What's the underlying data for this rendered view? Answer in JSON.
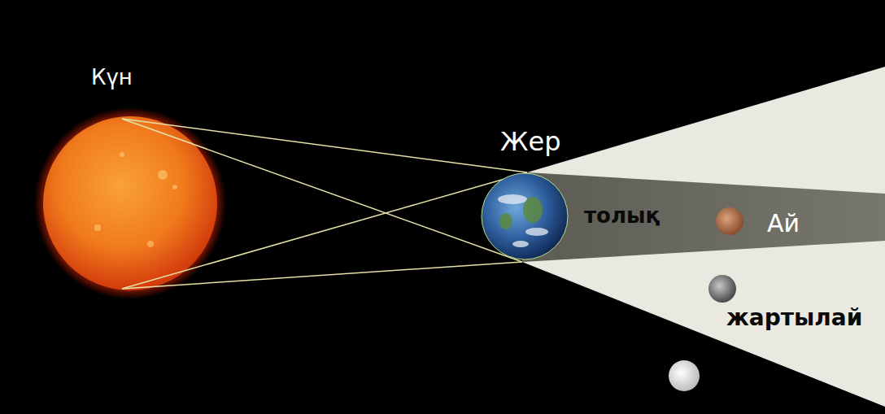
{
  "diagram": {
    "labels": [
      "Күн",
      "Жер",
      "толық",
      "Ай",
      "жартылай"
    ]
  }
}
